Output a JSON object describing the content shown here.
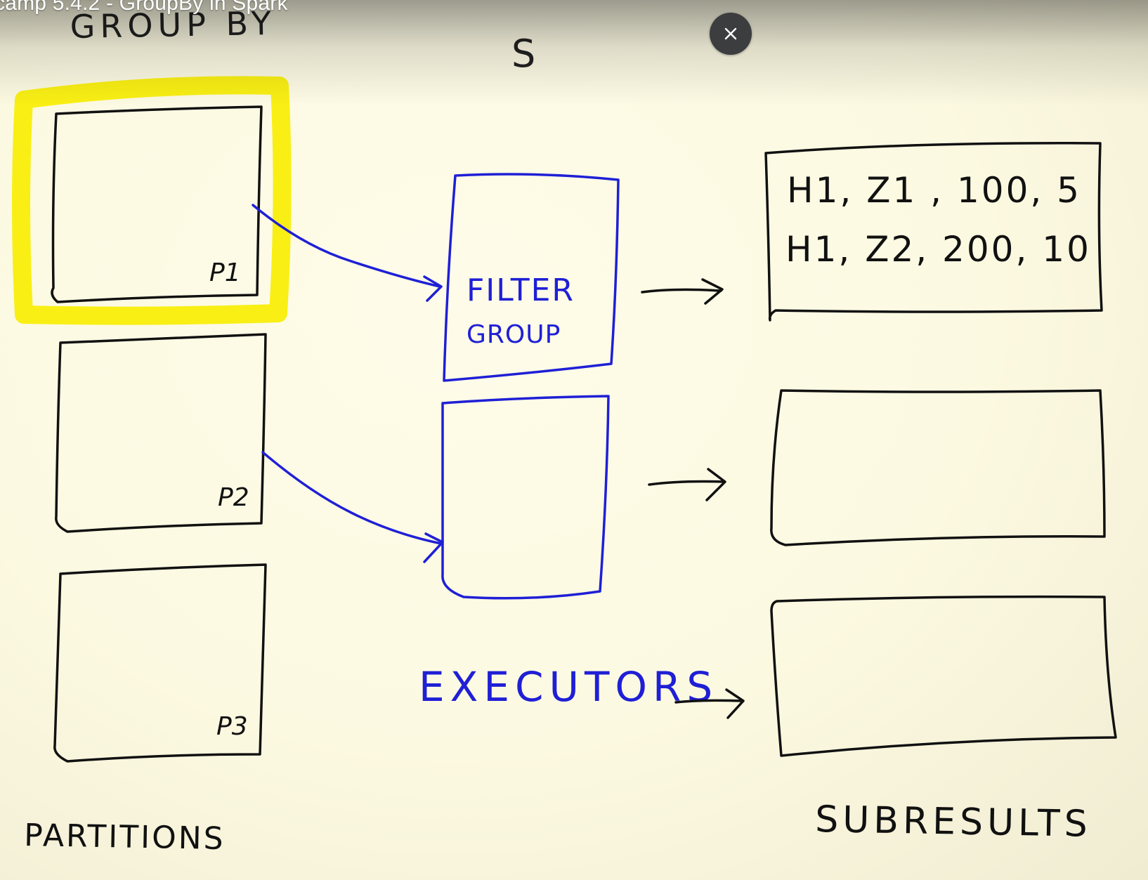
{
  "player": {
    "title": "camp 5.4.2 - GroupBy in Spark",
    "close_icon": "close-icon"
  },
  "whiteboard": {
    "heading": "GROUP BY",
    "driver_label": "S",
    "partitions": {
      "caption": "PARTITIONS",
      "labels": [
        "P1",
        "P2",
        "P3"
      ]
    },
    "executors": {
      "caption": "EXECUTORS",
      "ops": [
        "FILTER",
        "GROUP"
      ]
    },
    "subresults": {
      "caption": "SUBRESULTS",
      "rows": [
        "H1, Z1 , 100, 5",
        "H1, Z2, 200, 10"
      ]
    },
    "colors": {
      "ink": "#111111",
      "executor_ink": "#1f1fd6",
      "highlight": "#f9ef14",
      "paper": "#fcf9e1"
    }
  }
}
